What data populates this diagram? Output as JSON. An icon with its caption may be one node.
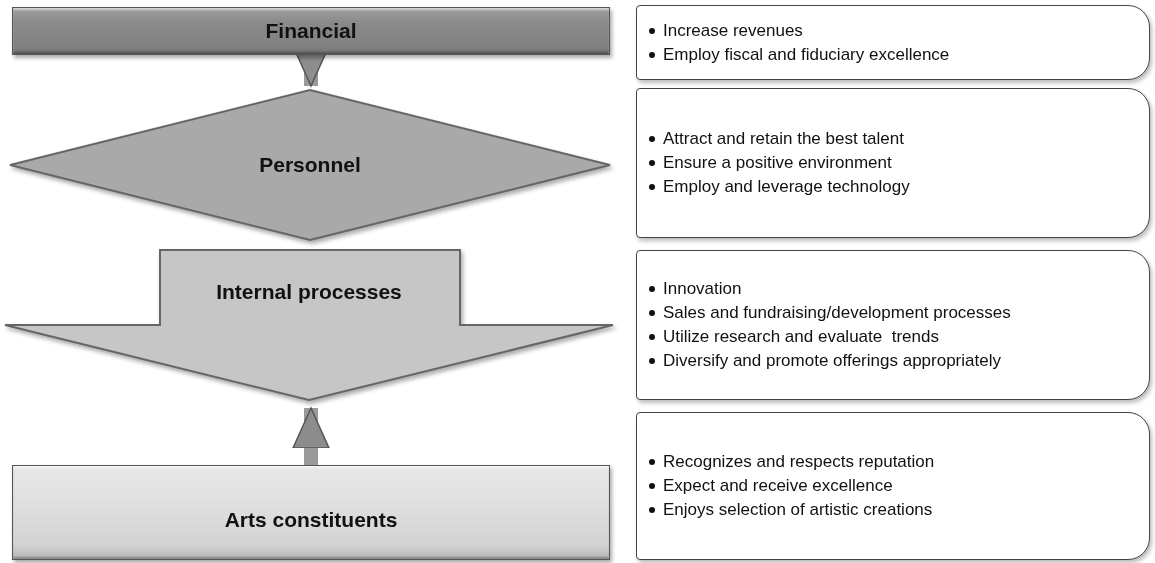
{
  "diagram": {
    "nodes": [
      {
        "text": [
          "Financial"
        ]
      },
      {
        "text": [
          "Personnel"
        ]
      },
      {
        "text": [
          "Internal processes"
        ]
      },
      {
        "text": [
          "Arts constituents"
        ]
      },
      {
        "text": [
          "Increase revenues",
          "Employ fiscal and fiduciary excellence"
        ]
      },
      {
        "text": [
          "Attract and retain the best talent",
          "Ensure a positive environment",
          "Employ and leverage technology"
        ]
      },
      {
        "text": [
          "Innovation",
          "Sales and fundraising/development processes",
          "Utilize research and evaluate  trends",
          "Diversify and promote offerings appropriately"
        ]
      },
      {
        "text": [
          "Recognizes and respects reputation",
          "Expect and receive excellence",
          "Enjoys selection of artistic creations"
        ]
      }
    ],
    "edges": [
      {
        "from": 0,
        "to": 1,
        "arrow": "to"
      },
      {
        "from": 3,
        "to": 2,
        "arrow": "to"
      }
    ]
  }
}
